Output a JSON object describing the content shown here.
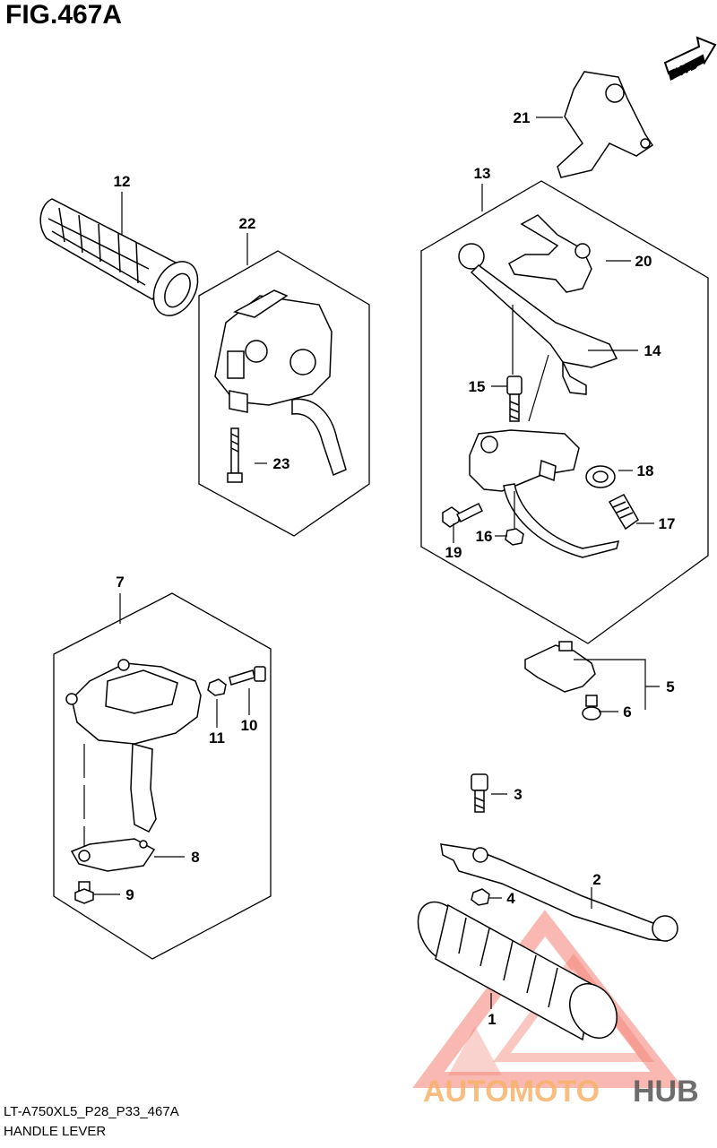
{
  "figure": {
    "title": "FIG.467A",
    "code": "LT-A750XL5_P28_P33_467A",
    "name": "HANDLE LEVER",
    "direction_label": "FWD"
  },
  "callouts": [
    "1",
    "2",
    "3",
    "4",
    "5",
    "6",
    "7",
    "8",
    "9",
    "10",
    "11",
    "12",
    "13",
    "14",
    "15",
    "16",
    "17",
    "18",
    "19",
    "20",
    "21",
    "22",
    "23"
  ],
  "watermark": {
    "part1": "AUTOMOTO",
    "part2": "HUB",
    "color_primary": "#f26a5a",
    "color_secondary": "#f7c270",
    "color_tertiary": "#555555"
  }
}
